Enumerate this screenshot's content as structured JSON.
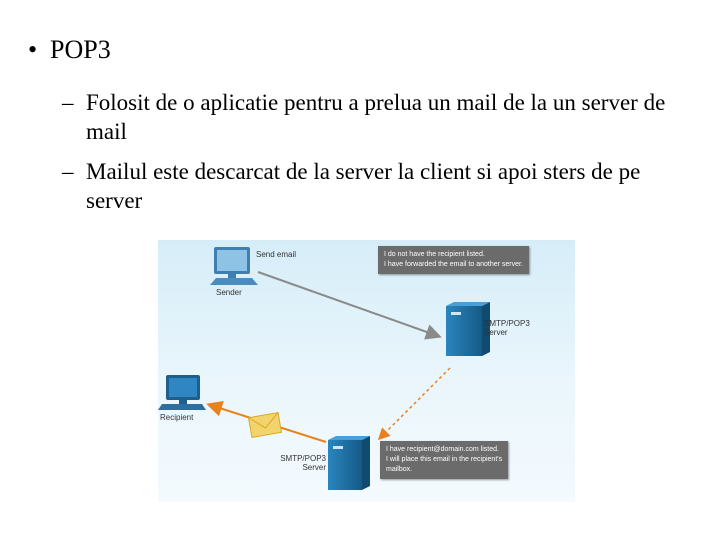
{
  "slide": {
    "bullet": "•",
    "title": "POP3",
    "dash": "–",
    "items": [
      "Folosit de o aplicatie pentru a prelua un mail de la un server de mail",
      "Mailul este descarcat de la server la client si apoi sters de pe server"
    ]
  },
  "diagram": {
    "send_email": "Send email",
    "sender": "Sender",
    "recipient": "Recipient",
    "server_top": [
      "SMTP/POP3",
      "Server"
    ],
    "server_bottom": [
      "SMTP/POP3",
      "Server"
    ],
    "callout_top": [
      "I do not have the recipient listed.",
      "I have forwarded the email to another server."
    ],
    "callout_bottom": [
      "I have recipient@domain.com listed.",
      "I will place this email in the recipient's",
      "mailbox."
    ],
    "colors": {
      "arrow_top": "#8a8a8a",
      "arrow_orange": "#e8821e",
      "server": "#1d6fa3",
      "callout": "#6b6b6b",
      "envelope": "#f3d36b"
    }
  }
}
